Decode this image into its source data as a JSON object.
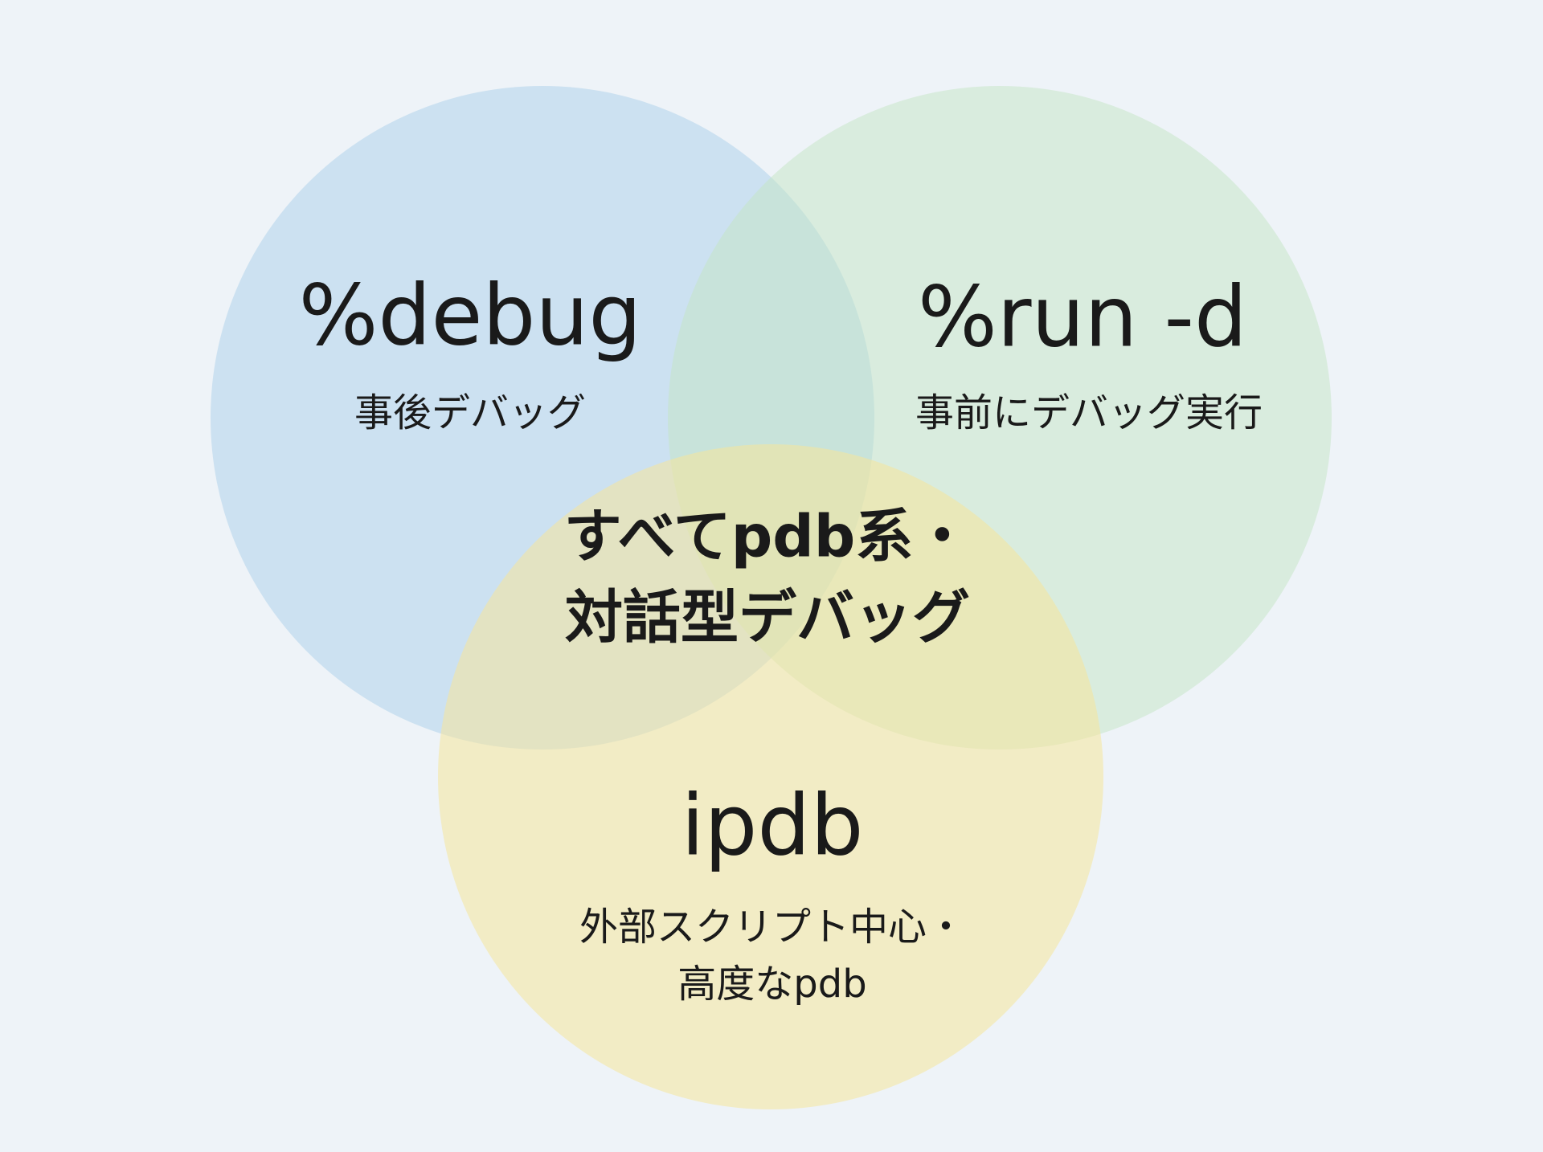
{
  "colors": {
    "background": "#eef3f8",
    "debug_circle": "#a9d0ea",
    "run_circle": "#c3e6c4",
    "ipdb_circle": "#f5e59a"
  },
  "circles": {
    "debug": {
      "title": "%debug",
      "subtitle": "事後デバッグ"
    },
    "run": {
      "title": "%run -d",
      "subtitle": "事前にデバッグ実行"
    },
    "ipdb": {
      "title": "ipdb",
      "subtitle_line1": "外部スクリプト中心・",
      "subtitle_line2": "高度なpdb"
    }
  },
  "intersection": {
    "line1": "すべてpdb系・",
    "line2": "対話型デバッグ"
  }
}
